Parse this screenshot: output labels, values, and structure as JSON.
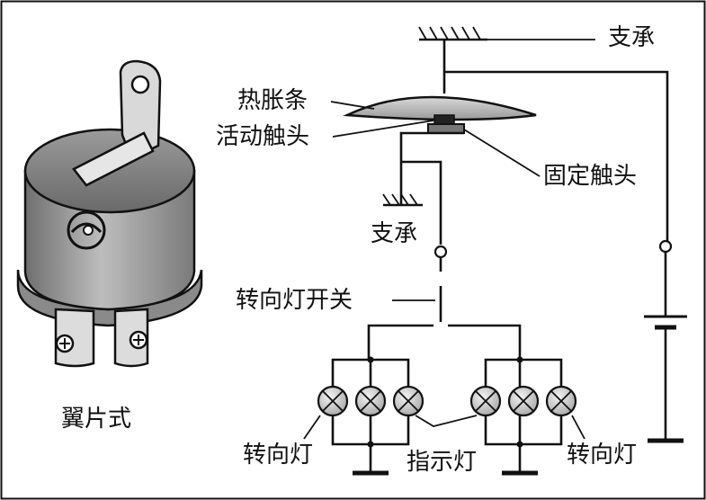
{
  "labels": {
    "support_top": "支承",
    "thermal_strip": "热胀条",
    "moving_contact": "活动触头",
    "fixed_contact": "固定触头",
    "support_mid": "支承",
    "turn_switch": "转向灯开关",
    "turn_lamp_left": "转向灯",
    "indicator_lamp": "指示灯",
    "turn_lamp_right": "转向灯",
    "device_caption": "翼片式"
  }
}
